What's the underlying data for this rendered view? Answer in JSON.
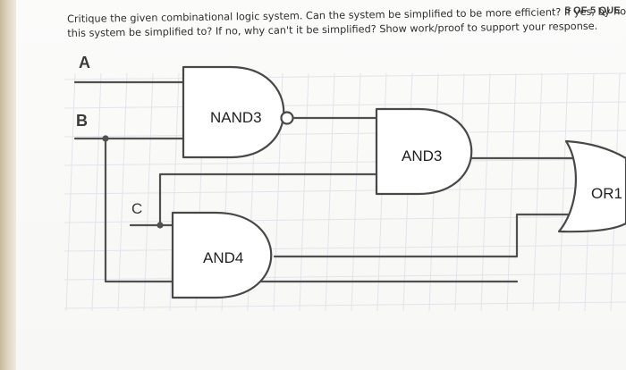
{
  "header": {
    "counter": "5 OF 5 QUE"
  },
  "question": {
    "line1": "Critique the given combinational logic system. Can the system be simplified to be more efficient? If yes, by how m",
    "line2": "this system be simplified to? If no, why can't it be simplified? Show work/proof to support your response."
  },
  "diagram": {
    "inputs": {
      "a": "A",
      "b": "B",
      "c": "C"
    },
    "gates": {
      "nand3": "NAND3",
      "and3": "AND3",
      "and4": "AND4",
      "or1": "OR1"
    },
    "colors": {
      "grid": "#e2e4ea",
      "wire": "#505050",
      "gate_stroke": "#484848",
      "gate_fill": "#ffffff"
    }
  }
}
